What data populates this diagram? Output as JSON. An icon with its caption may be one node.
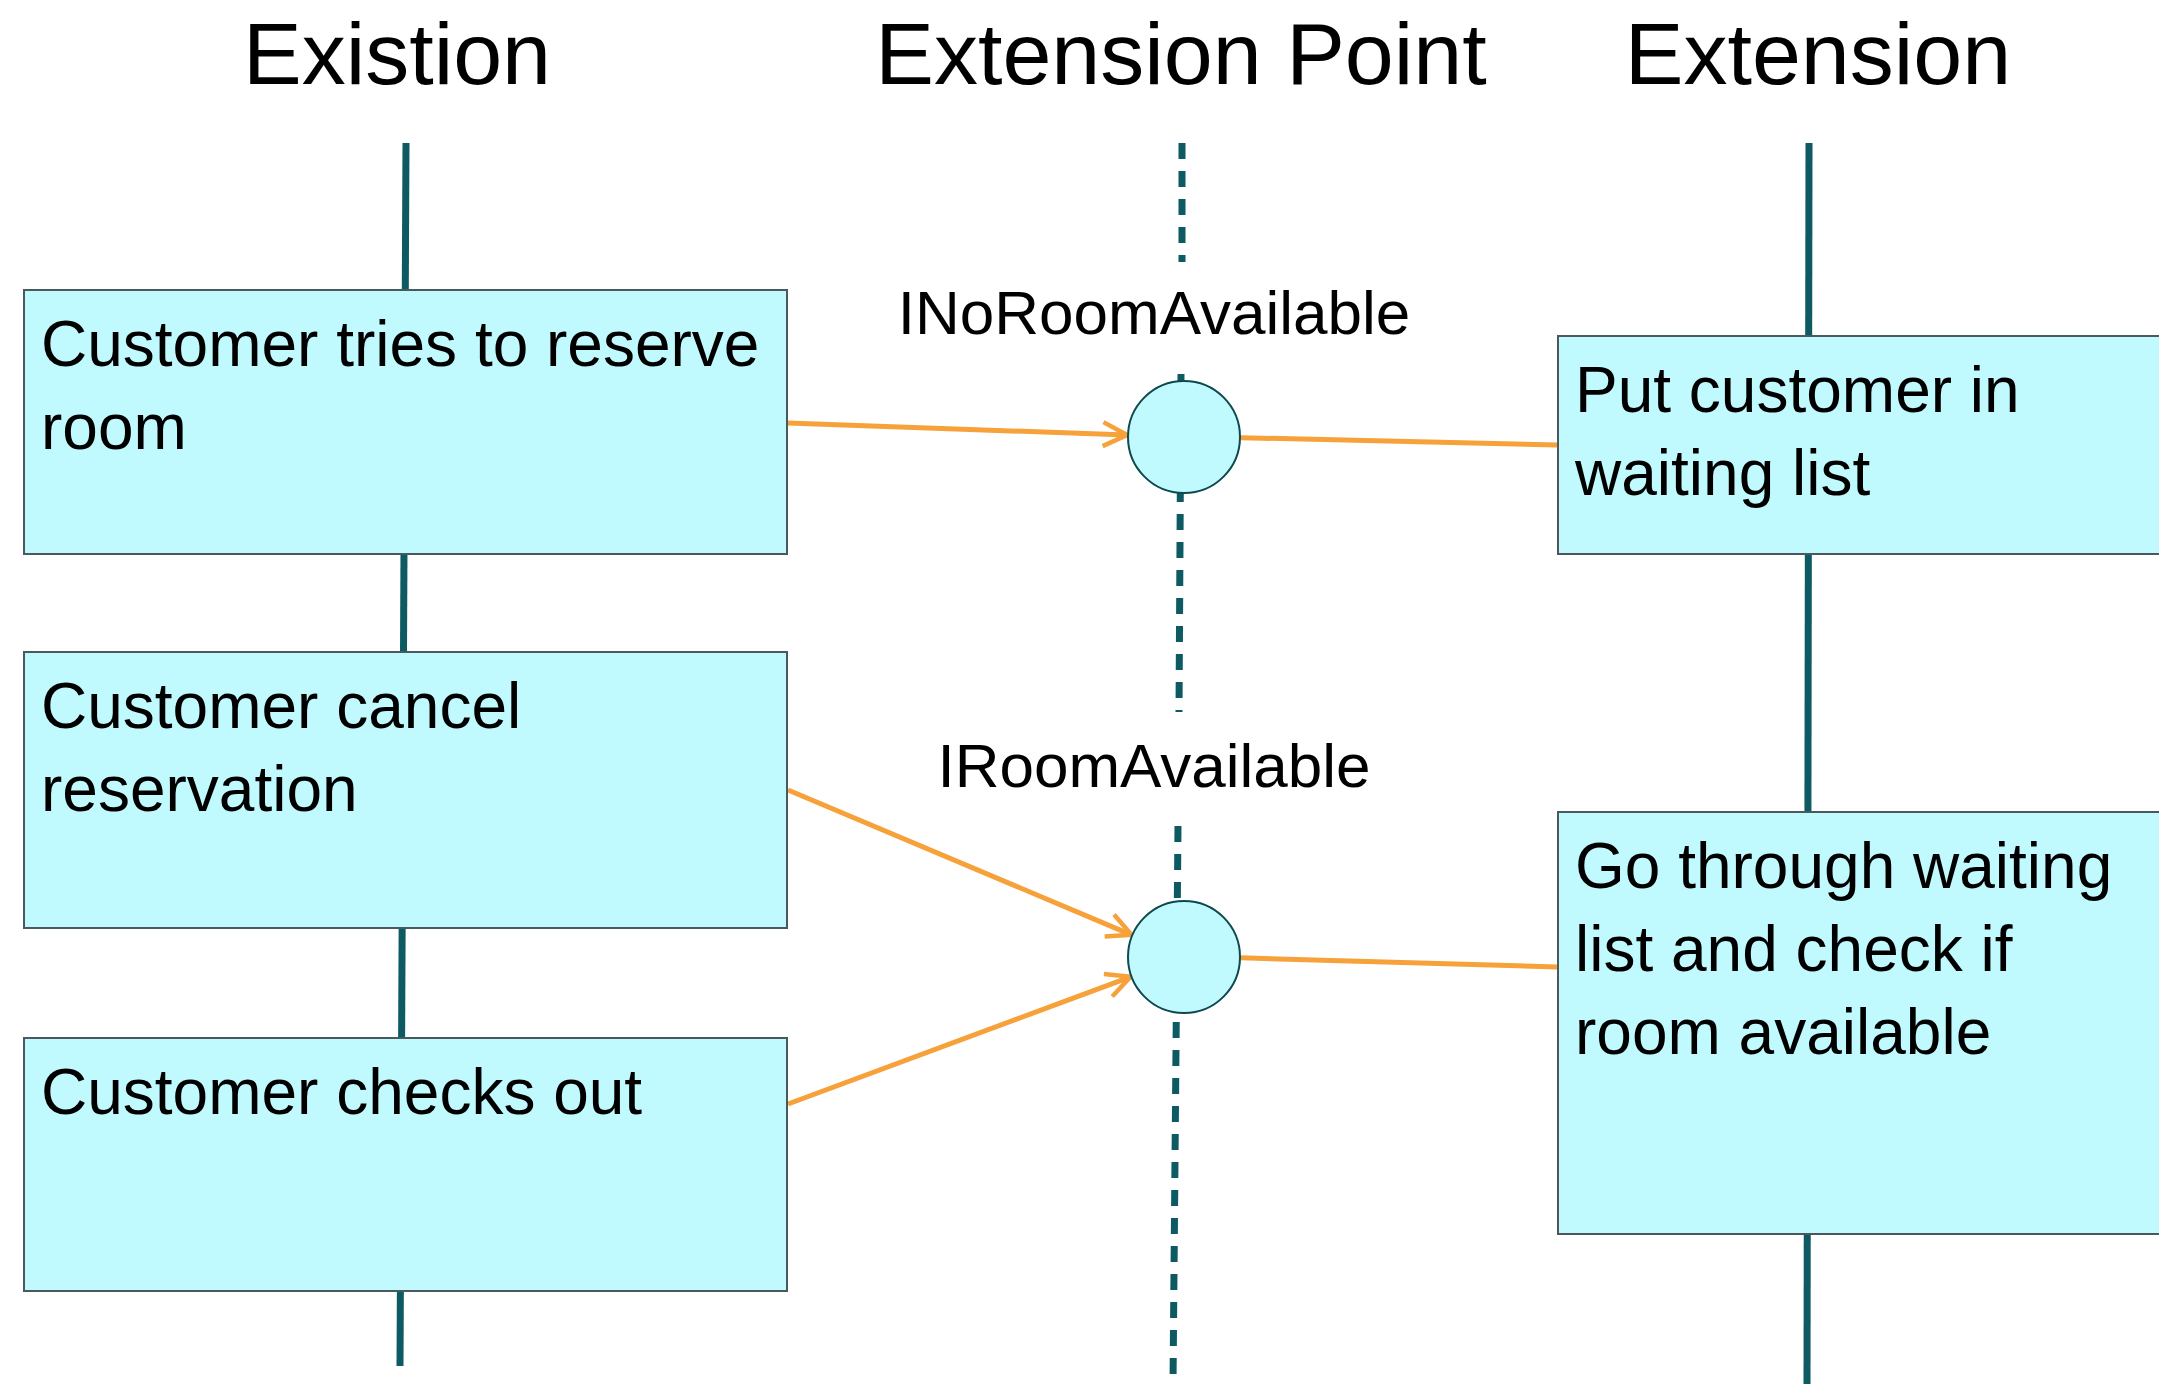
{
  "diagram": {
    "nodes": [
      {
        "text": [
          "Customer tries to reserve room"
        ]
      },
      {
        "text": [
          "Customer cancel reservation"
        ]
      },
      {
        "text": [
          "Customer checks out"
        ]
      },
      {
        "text": [],
        "shape": "circle",
        "beside": [
          "INoRoomAvailable"
        ]
      },
      {
        "text": [],
        "shape": "circle",
        "beside": [
          "IRoomAvailable"
        ]
      },
      {
        "text": [
          "Put customer in waiting list"
        ]
      },
      {
        "text": [
          "Go through waiting list and check if room available"
        ]
      }
    ],
    "edges": [
      {
        "from": 0,
        "to": 3,
        "arrow": "to"
      },
      {
        "from": 3,
        "to": 5,
        "arrow": "none"
      },
      {
        "from": 1,
        "to": 4,
        "arrow": "to"
      },
      {
        "from": 2,
        "to": 4,
        "arrow": "to"
      },
      {
        "from": 4,
        "to": 6,
        "arrow": "none"
      }
    ],
    "labels": [
      "Existion",
      "Extension Point",
      "Extension"
    ]
  }
}
